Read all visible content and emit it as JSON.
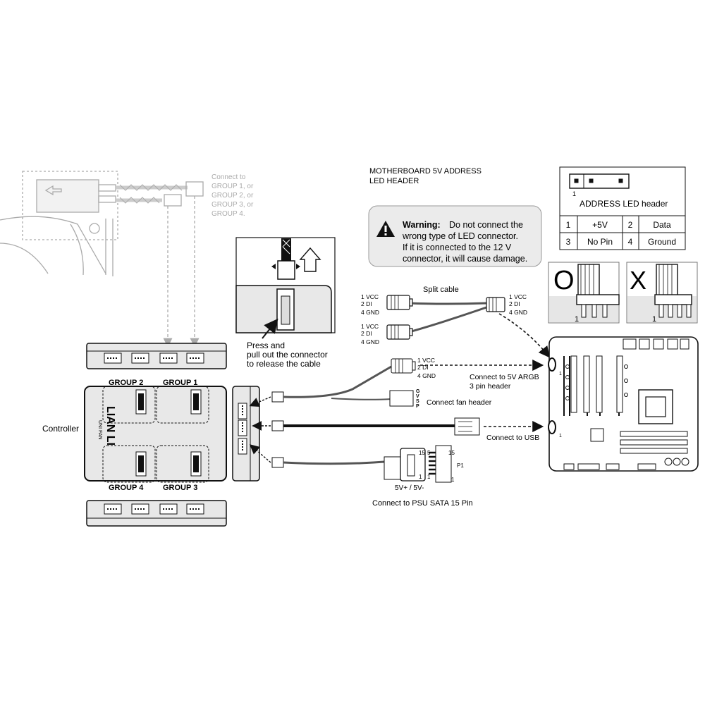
{
  "fan_hint": {
    "lines": [
      "Connect to",
      "GROUP 1, or",
      "GROUP 2, or",
      "GROUP 3, or",
      "GROUP 4."
    ]
  },
  "motherboard_header_title": [
    "MOTHERBOARD 5V ADDRESS",
    "LED HEADER"
  ],
  "warning": {
    "bold": "Warning:",
    "line1": "Do not connect the",
    "line2": "wrong type of LED connector.",
    "line3": "If it is connected to the 12 V",
    "line4": "connector, it will cause damage."
  },
  "header_table": {
    "pin_one": "1",
    "caption": "ADDRESS LED header",
    "rows": [
      [
        "1",
        "+5V",
        "2",
        "Data"
      ],
      [
        "3",
        "No Pin",
        "4",
        "Ground"
      ]
    ]
  },
  "correct_mark": "O",
  "wrong_mark": "X",
  "correct_pin": "1",
  "wrong_pin": "1",
  "press_note": [
    "Press and",
    "pull out the connector",
    "to release the cable"
  ],
  "split_cable": {
    "label": "Split cable",
    "pins_a": [
      "1 VCC",
      "2 DI",
      "4 GND"
    ],
    "pins_b": [
      "1 VCC",
      "2 DI",
      "4 GND"
    ],
    "pins_c": [
      "1 VCC",
      "2 DI",
      "4 GND"
    ]
  },
  "argb_pins": [
    "1 VCC",
    "2 DI",
    "4 GND"
  ],
  "argb_label": [
    "Connect to 5V ARGB",
    "3 pin header"
  ],
  "fan_header_pins": [
    "G",
    "V",
    "S",
    "P"
  ],
  "fan_header_label": "Connect fan header",
  "usb_label": "Connect to USB",
  "sata": {
    "pin_labels": [
      "15",
      "5",
      "1",
      "1"
    ],
    "right_labels": [
      "15",
      "P1",
      "1"
    ],
    "voltage": "5V+ / 5V-",
    "label": "Connect  to PSU SATA 15 Pin"
  },
  "controller": {
    "label": "Controller",
    "brand": "LIAN LI",
    "sub": "UNI FAN",
    "groups": [
      "GROUP 2",
      "GROUP 1",
      "GROUP 4",
      "GROUP 3"
    ]
  },
  "mobo_marks": [
    "1",
    "1"
  ]
}
